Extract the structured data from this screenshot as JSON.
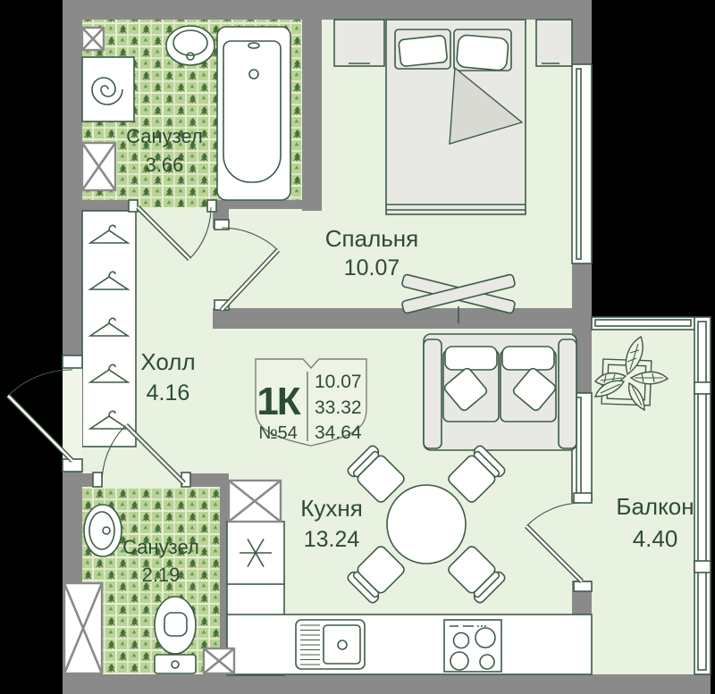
{
  "floorplan": {
    "badge": {
      "type": "1К",
      "unit": "№54",
      "rows": [
        "10.07",
        "33.32",
        "34.64"
      ]
    },
    "rooms": {
      "bathroom_top": {
        "name": "Санузел",
        "area": "3.66"
      },
      "bedroom": {
        "name": "Спальня",
        "area": "10.07"
      },
      "hall": {
        "name": "Холл",
        "area": "4.16"
      },
      "kitchen": {
        "name": "Кухня",
        "area": "13.24"
      },
      "bathroom_bottom": {
        "name": "Санузел",
        "area": "2.19"
      },
      "balcony": {
        "name": "Балкон",
        "area": "4.40"
      }
    },
    "colors": {
      "background": "#000000",
      "wall": "#8a8a8a",
      "floor": "#e9f1e0",
      "outline": "#3d5c46",
      "text": "#2d4c35",
      "tile_base": "#b9d496",
      "tile_leaf": "#47703a",
      "furniture": "#e8e9e4"
    }
  }
}
